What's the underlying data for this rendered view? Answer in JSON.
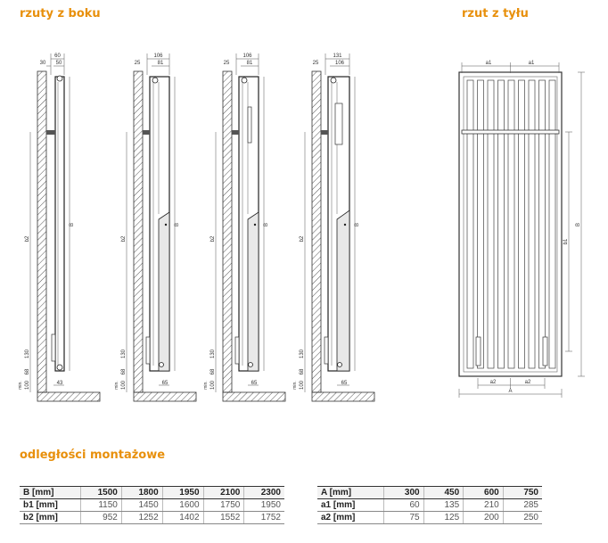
{
  "headings": {
    "side_views": "rzuty z boku",
    "back_view": "rzut z tyłu",
    "mounting": "odległości montażowe"
  },
  "side_views": [
    {
      "top_dims": [
        "60",
        "50"
      ],
      "wall_dim": "30",
      "bottom_dim": "43",
      "vertical_labels": {
        "overall": "B",
        "b2": "b2",
        "c130": "130",
        "c68": "68",
        "min": "min.",
        "c100": "100"
      }
    },
    {
      "top_dims": [
        "106",
        "81"
      ],
      "wall_dim": "25",
      "bottom_dim": "65",
      "vertical_labels": {
        "overall": "B",
        "b2": "b2",
        "c130": "130",
        "c68": "68",
        "min": "min.",
        "c100": "100"
      }
    },
    {
      "top_dims": [
        "106",
        "81"
      ],
      "wall_dim": "25",
      "bottom_dim": "65",
      "vertical_labels": {
        "overall": "B",
        "b2": "b2",
        "c130": "130",
        "c68": "68",
        "min": "min.",
        "c100": "100"
      }
    },
    {
      "top_dims": [
        "131",
        "106"
      ],
      "wall_dim": "25",
      "bottom_dim": "65",
      "vertical_labels": {
        "overall": "B",
        "b2": "b2",
        "c130": "130",
        "c68": "68",
        "min": "min.",
        "c100": "100"
      }
    }
  ],
  "back_view": {
    "a1_left": "a1",
    "a1_right": "a1",
    "a2_left": "a2",
    "a2_right": "a2",
    "width": "A",
    "b1": "b1",
    "overall": "B"
  },
  "tables": {
    "b": {
      "header": [
        "B [mm]",
        "1500",
        "1800",
        "1950",
        "2100",
        "2300"
      ],
      "rows": [
        [
          "b1 [mm]",
          "1150",
          "1450",
          "1600",
          "1750",
          "1950"
        ],
        [
          "b2 [mm]",
          "952",
          "1252",
          "1402",
          "1552",
          "1752"
        ]
      ]
    },
    "a": {
      "header": [
        "A [mm]",
        "300",
        "450",
        "600",
        "750"
      ],
      "rows": [
        [
          "a1 [mm]",
          "60",
          "135",
          "210",
          "285"
        ],
        [
          "a2 [mm]",
          "75",
          "125",
          "200",
          "250"
        ]
      ]
    }
  }
}
